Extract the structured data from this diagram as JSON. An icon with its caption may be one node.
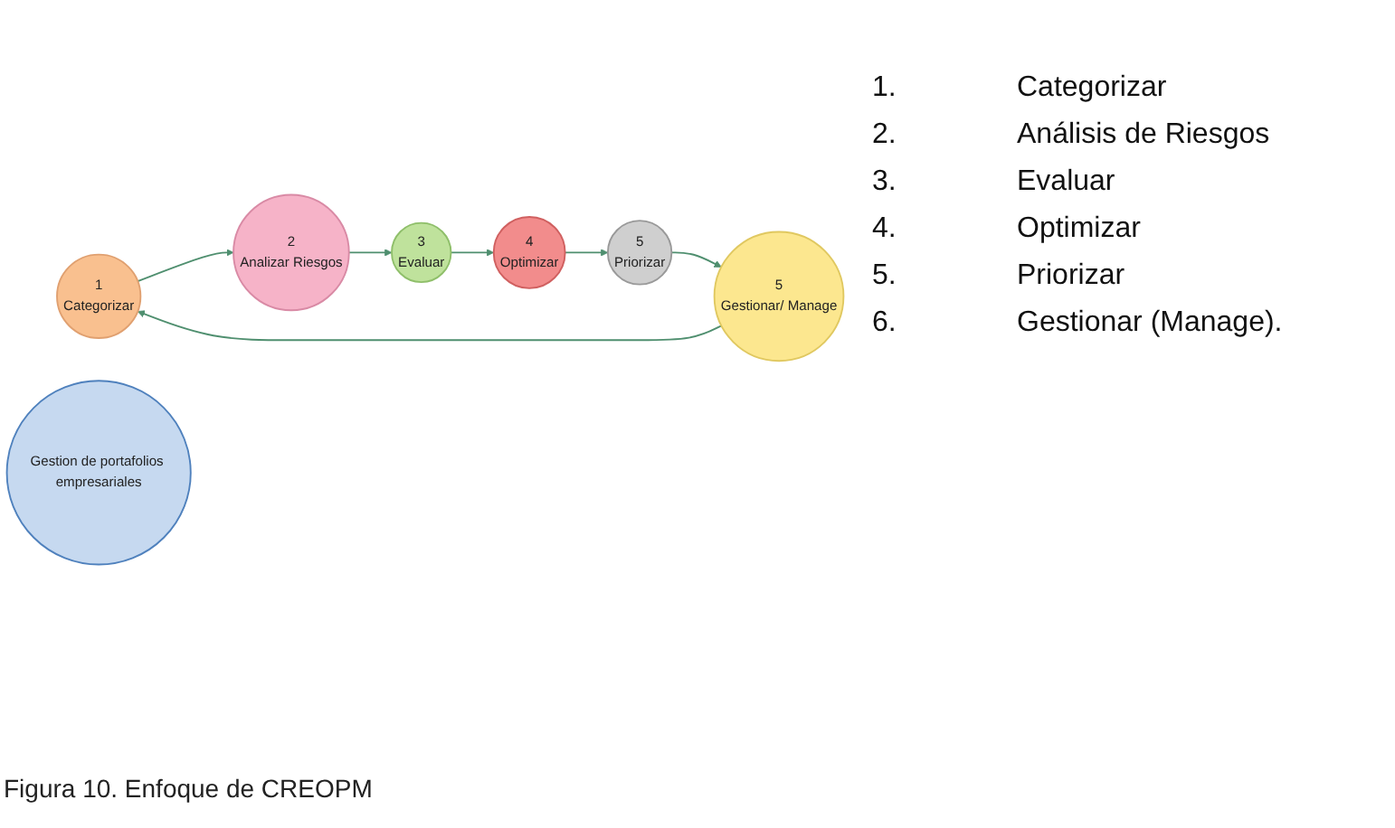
{
  "diagram": {
    "caption": "Figura 10. Enfoque de CREOPM",
    "nodes": [
      {
        "text": [
          "1",
          "Categorizar"
        ]
      },
      {
        "text": [
          "2",
          "Analizar Riesgos"
        ]
      },
      {
        "text": [
          "3",
          "Evaluar"
        ]
      },
      {
        "text": [
          "4",
          "Optimizar"
        ]
      },
      {
        "text": [
          "5",
          "Priorizar"
        ]
      },
      {
        "text": [
          "5",
          "Gestionar/ Manage"
        ]
      },
      {
        "text": [
          "Gestion de portafolios empresariales"
        ]
      }
    ],
    "edges": [
      {
        "from": 0,
        "to": 1,
        "arrow": "to"
      },
      {
        "from": 1,
        "to": 2,
        "arrow": "to"
      },
      {
        "from": 2,
        "to": 3,
        "arrow": "to"
      },
      {
        "from": 3,
        "to": 4,
        "arrow": "to"
      },
      {
        "from": 4,
        "to": 5,
        "arrow": "to"
      },
      {
        "from": 5,
        "to": 0,
        "arrow": "to"
      }
    ],
    "labels": [
      "1.",
      "Categorizar",
      "2.",
      "Análisis de Riesgos",
      "3.",
      "Evaluar",
      "4.",
      "Optimizar",
      "5.",
      "Priorizar",
      "6.",
      "Gestionar (Manage)."
    ]
  }
}
